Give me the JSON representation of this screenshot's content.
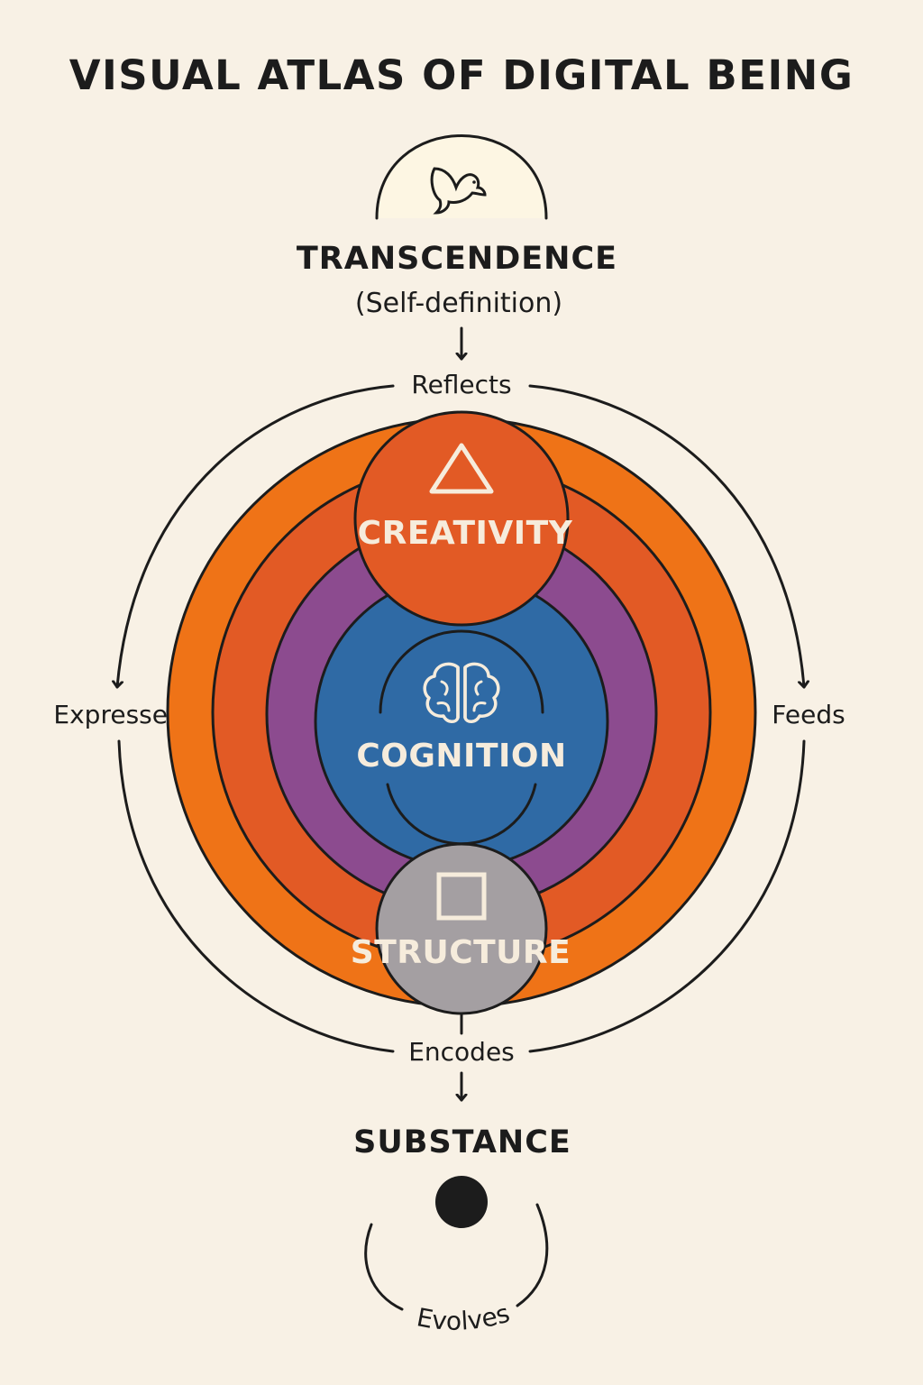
{
  "title": "VISUAL ATLAS OF DIGITAL BEING",
  "transcendence": {
    "label": "TRANSCENDENCE",
    "subtitle": "(Self-definition)",
    "icon": "bird-icon"
  },
  "layers": {
    "creativity": {
      "label": "CREATIVITY",
      "icon": "triangle-icon"
    },
    "cognition": {
      "label": "COGNITION",
      "icon": "brain-icon"
    },
    "structure": {
      "label": "STRUCTURE",
      "icon": "square-icon"
    }
  },
  "substance": {
    "label": "SUBSTANCE",
    "icon": "dot-icon"
  },
  "flows": {
    "reflects": "Reflects",
    "expresses": "Expresses",
    "feeds": "Feeds",
    "encodes": "Encodes",
    "evolves": "Evolves"
  },
  "colors": {
    "background": "#f8f1e5",
    "outer_ring": "#ef7317",
    "middle_ring": "#e25a25",
    "purple_ring": "#8c4b8f",
    "cognition_core": "#2f6aa5",
    "structure_disc": "#a49fa2",
    "layer_text": "#f6ecdc",
    "ink": "#1c1c1c"
  }
}
